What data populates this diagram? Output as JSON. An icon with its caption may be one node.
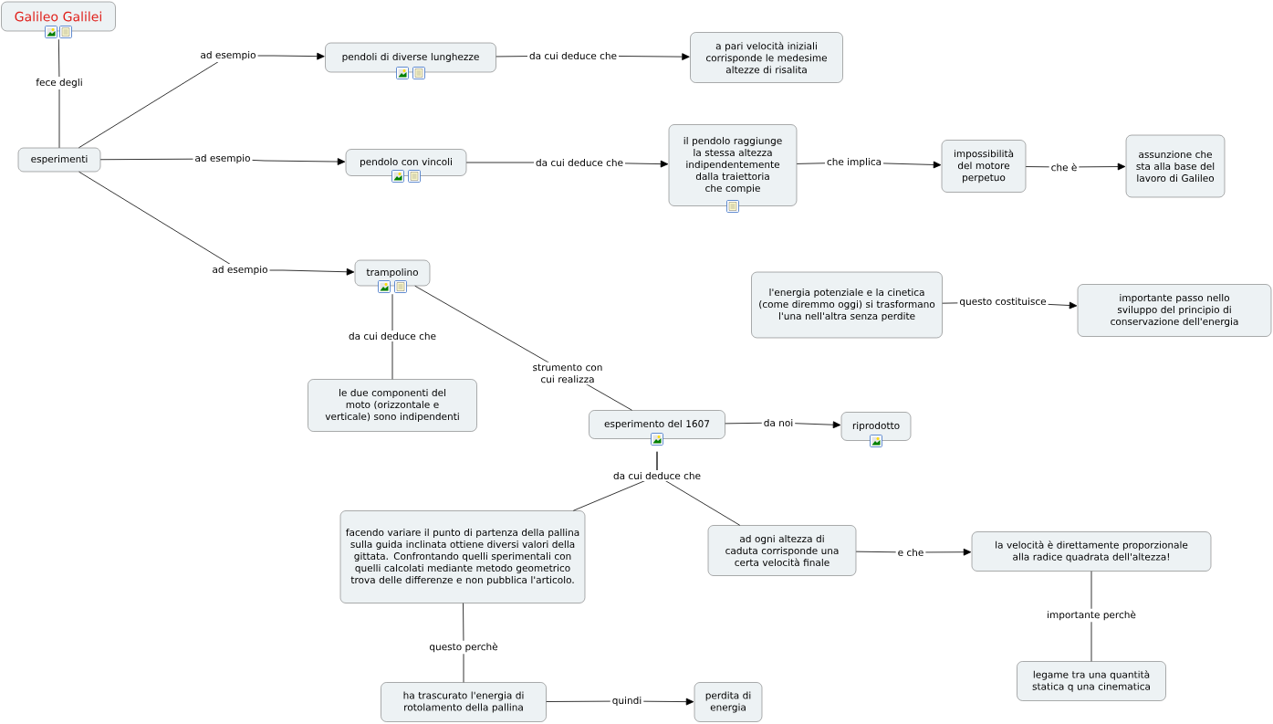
{
  "diagram": {
    "nodes": [
      {
        "text": [
          "Galileo Galilei"
        ]
      },
      {
        "text": [
          "esperimenti"
        ]
      },
      {
        "text": [
          "pendoli di diverse lunghezze"
        ]
      },
      {
        "text": [
          "a pari velocità iniziali corrisponde le medesime altezze di risalita"
        ]
      },
      {
        "text": [
          "pendolo con vincoli"
        ]
      },
      {
        "text": [
          "il pendolo raggiunge la stessa altezza indipendentemente dalla traiettoria che compie"
        ]
      },
      {
        "text": [
          "impossibilità del motore perpetuo"
        ]
      },
      {
        "text": [
          "assunzione che sta alla base del lavoro di Galileo"
        ]
      },
      {
        "text": [
          "trampolino"
        ]
      },
      {
        "text": [
          "le due componenti del moto (orizzontale e verticale) sono indipendenti"
        ]
      },
      {
        "text": [
          "esperimento del 1607"
        ]
      },
      {
        "text": [
          "riprodotto"
        ]
      },
      {
        "text": [
          "l'energia potenziale e la cinetica (come diremmo oggi) si trasformano l'una nell'altra senza perdite"
        ]
      },
      {
        "text": [
          "importante passo nello sviluppo del principio di conservazione dell'energia"
        ]
      },
      {
        "text": [
          "facendo variare il punto di partenza della pallina sulla guida inclinata ottiene diversi valori della gittata. Confrontando quelli sperimentali con quelli calcolati mediante metodo geometrico trova delle differenze e non pubblica l'articolo."
        ]
      },
      {
        "text": [
          "ad ogni altezza di caduta corrisponde una certa velocità finale"
        ]
      },
      {
        "text": [
          "la velocità è direttamente proporzionale alla radice quadrata dell'altezza!"
        ]
      },
      {
        "text": [
          "legame tra una quantità statica q una cinematica"
        ]
      },
      {
        "text": [
          "ha trascurato l'energia di rotolamento della pallina"
        ]
      },
      {
        "text": [
          "perdita di energia"
        ]
      }
    ],
    "edges": [
      {
        "from": 0,
        "to": 1,
        "arrow": "none",
        "label": "fece degli"
      },
      {
        "from": 1,
        "to": 2,
        "arrow": "to",
        "label": "ad esempio"
      },
      {
        "from": 1,
        "to": 4,
        "arrow": "to",
        "label": "ad esempio"
      },
      {
        "from": 1,
        "to": 8,
        "arrow": "to",
        "label": "ad esempio"
      },
      {
        "from": 2,
        "to": 3,
        "arrow": "to",
        "label": "da cui deduce che"
      },
      {
        "from": 4,
        "to": 5,
        "arrow": "to",
        "label": "da cui deduce che"
      },
      {
        "from": 5,
        "to": 6,
        "arrow": "to",
        "label": "che implica"
      },
      {
        "from": 6,
        "to": 7,
        "arrow": "to",
        "label": "che è"
      },
      {
        "from": 8,
        "to": 9,
        "arrow": "none",
        "label": "da cui deduce che"
      },
      {
        "from": 8,
        "to": 10,
        "arrow": "none",
        "label": "strumento con cui realizza"
      },
      {
        "from": 10,
        "to": 11,
        "arrow": "to",
        "label": "da noi"
      },
      {
        "from": 10,
        "to": 14,
        "arrow": "none",
        "label": "da cui deduce che"
      },
      {
        "from": 10,
        "to": 15,
        "arrow": "none"
      },
      {
        "from": 12,
        "to": 13,
        "arrow": "to",
        "label": "questo costituisce"
      },
      {
        "from": 14,
        "to": 18,
        "arrow": "none",
        "label": "questo perchè"
      },
      {
        "from": 15,
        "to": 16,
        "arrow": "to",
        "label": "e che"
      },
      {
        "from": 16,
        "to": 17,
        "arrow": "none",
        "label": "importante perchè"
      },
      {
        "from": 18,
        "to": 19,
        "arrow": "to",
        "label": "quindi"
      }
    ]
  }
}
